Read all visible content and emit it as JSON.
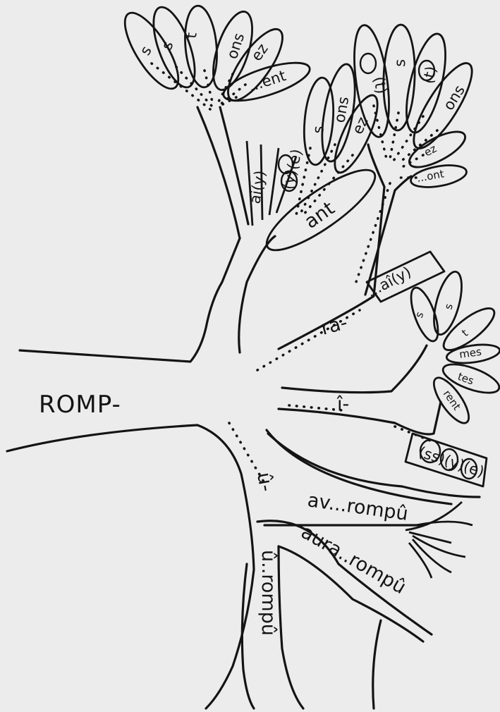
{
  "root": "ROMP-",
  "branches": {
    "ra": "ra-",
    "i": "î-",
    "u": "û-"
  },
  "top_left_leaves": [
    "s",
    "s",
    "t",
    "ons",
    "ez",
    "...ent"
  ],
  "middle_leaves": [
    "s",
    "ons",
    "ez"
  ],
  "middle_stems": [
    "ai(y)",
    "(y)(e)"
  ],
  "middle_ant": "ant",
  "top_right_leaves": [
    "(t)",
    "s",
    "(t)",
    "ons",
    "ez",
    "...ont"
  ],
  "ra_stem": "...aî(y)",
  "i_fan_leaves": [
    "s",
    "s",
    "t",
    "mes",
    "tes",
    "rent"
  ],
  "i_stem": "(ss)(y)(e)",
  "av": "av...rompû",
  "aura": "aura..rompû",
  "u_compound": "û..rompû"
}
